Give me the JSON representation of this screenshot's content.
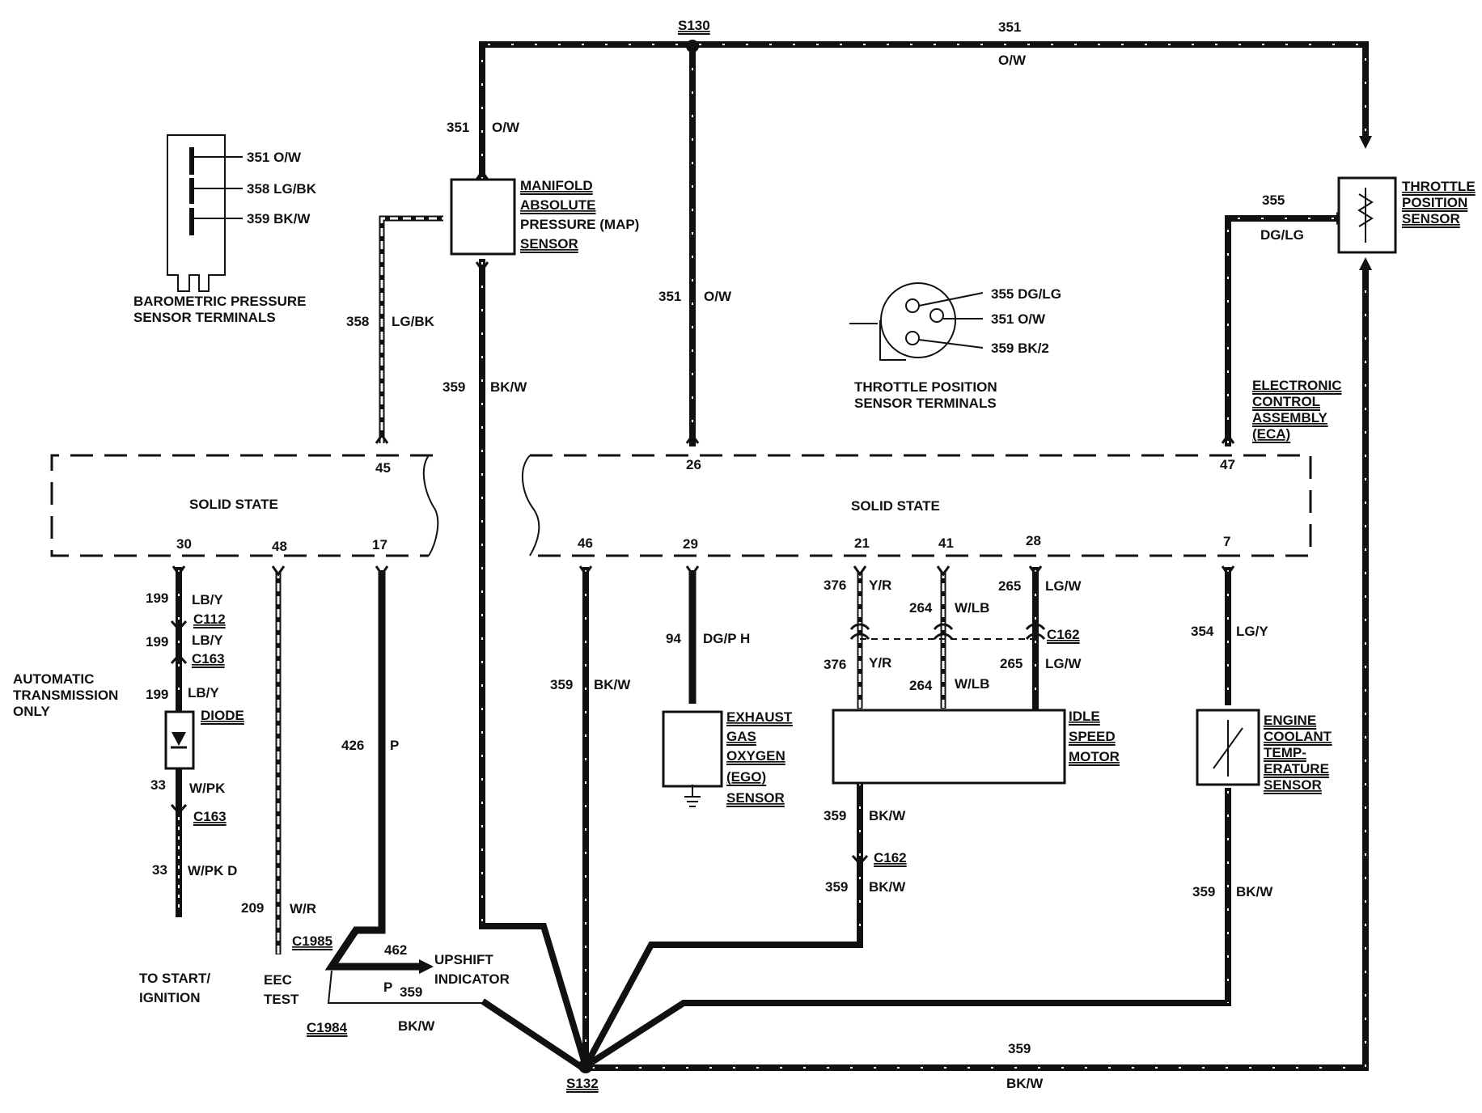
{
  "splices": {
    "s130": "S130",
    "s132": "S132"
  },
  "wires": {
    "top_351": "351",
    "top_ow": "O/W",
    "map_351": "351",
    "map_ow": "O/W",
    "center_351": "351",
    "center_ow": "O/W",
    "w358": "358",
    "w358_color": "LG/BK",
    "map_359": "359",
    "map_bkw": "BK/W",
    "tps_355": "355",
    "tps_dglg": "DG/LG",
    "w199a": "199",
    "w199a_color": "LB/Y",
    "w199b": "199",
    "w199b_color": "LB/Y",
    "w199c": "199",
    "w199c_color": "LB/Y",
    "w33a": "33",
    "w33a_color": "W/PK",
    "w33b": "33",
    "w33b_color": "W/PK D",
    "w209": "209",
    "w209_color": "W/R",
    "w426": "426",
    "w426_color": "P",
    "w462": "462",
    "p_label": "P",
    "p_359": "359",
    "c1984_bkw": "BK/W",
    "w359_46": "359",
    "w359_46_color": "BK/W",
    "w94": "94",
    "w94_color": "DG/P H",
    "w376a": "376",
    "w376a_color": "Y/R",
    "w376b": "376",
    "w376b_color": "Y/R",
    "w264a": "264",
    "w264a_color": "W/LB",
    "w264b": "264",
    "w264b_color": "W/LB",
    "w265a": "265",
    "w265a_color": "LG/W",
    "w265b": "265",
    "w265b_color": "LG/W",
    "w354": "354",
    "w354_color": "LG/Y",
    "isc_359a": "359",
    "isc_bkw_a": "BK/W",
    "isc_359b": "359",
    "isc_bkw_b": "BK/W",
    "ect_359": "359",
    "ect_bkw": "BK/W",
    "bottom_359": "359",
    "bottom_bkw": "BK/W"
  },
  "connectors": {
    "c112": "C112",
    "c163a": "C163",
    "c163b": "C163",
    "c1985": "C1985",
    "c1984": "C1984",
    "c162a": "C162",
    "c162b": "C162"
  },
  "pins": {
    "p45": "45",
    "p26": "26",
    "p47": "47",
    "p30": "30",
    "p48": "48",
    "p17": "17",
    "p46": "46",
    "p29": "29",
    "p21": "21",
    "p41": "41",
    "p28": "28",
    "p7": "7"
  },
  "modules": {
    "left_solid_state": "SOLID STATE",
    "right_solid_state": "SOLID STATE",
    "eca": [
      "ELECTRONIC",
      "CONTROL",
      "ASSEMBLY",
      "(ECA)"
    ]
  },
  "components": {
    "map": [
      "MANIFOLD",
      "ABSOLUTE",
      "PRESSURE (MAP)",
      "SENSOR"
    ],
    "tps": [
      "THROTTLE",
      "POSITION",
      "SENSOR"
    ],
    "ego": [
      "EXHAUST",
      "GAS",
      "OXYGEN",
      "(EGO)",
      "SENSOR"
    ],
    "isc": [
      "IDLE",
      "SPEED",
      "MOTOR"
    ],
    "ect": [
      "ENGINE",
      "COOLANT",
      "TEMP-",
      "ERATURE",
      "SENSOR"
    ],
    "diode": "DIODE"
  },
  "baro": {
    "t1": "351 O/W",
    "t2": "358 LG/BK",
    "t3": "359 BK/W",
    "title": [
      "BAROMETRIC PRESSURE",
      "SENSOR TERMINALS"
    ]
  },
  "tps_terminals": {
    "t1": "355 DG/LG",
    "t2": "351 O/W",
    "t3": "359 BK/2",
    "title": [
      "THROTTLE POSITION",
      "SENSOR TERMINALS"
    ]
  },
  "notes": {
    "auto_trans": [
      "AUTOMATIC",
      "TRANSMISSION",
      "ONLY"
    ],
    "start": [
      "TO START/",
      "IGNITION"
    ],
    "eec": [
      "EEC",
      "TEST"
    ],
    "upshift": [
      "UPSHIFT",
      "INDICATOR"
    ]
  }
}
